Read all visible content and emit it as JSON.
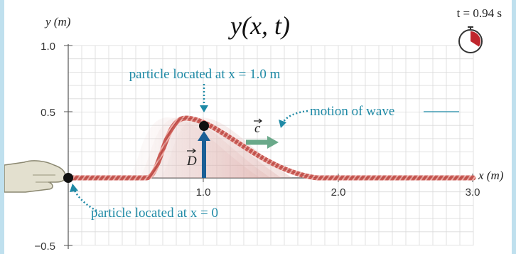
{
  "title": "y(x, t)",
  "time_label": "t = 0.94 s",
  "axes": {
    "y_label": "y (m)",
    "x_label": "x (m)",
    "y_ticks": [
      "1.0",
      "0.5",
      "−0.5"
    ],
    "x_ticks": [
      "1.0",
      "2.0",
      "3.0"
    ],
    "xlim": [
      -0.1,
      3.05
    ],
    "ylim": [
      -0.5,
      1.0
    ]
  },
  "annotations": {
    "particle_top": "particle located at x = 1.0 m",
    "particle_bottom": "particle located at x = 0",
    "motion": "motion of wave",
    "velocity_symbol": "c",
    "displacement_symbol": "D"
  },
  "colors": {
    "accent": "#1f8aa6",
    "rope": "#c0504d",
    "arrow_green": "#6aa98a",
    "arrow_blue": "#1a5f96",
    "clock_red": "#c0262d"
  },
  "icons": [
    "hand-icon",
    "clock-icon"
  ]
}
